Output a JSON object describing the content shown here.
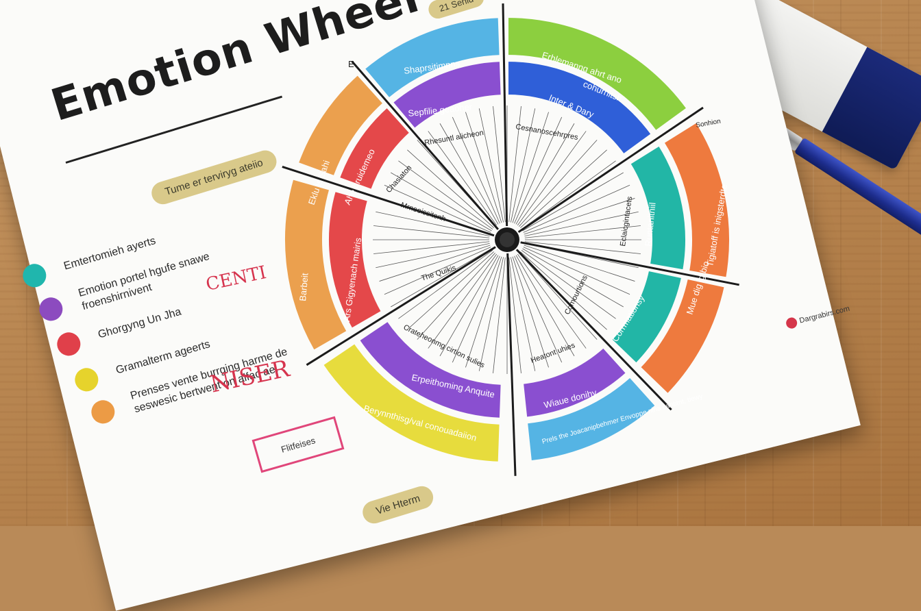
{
  "scene": {
    "paper_title": "Emotion Wheel",
    "corner_tag": "21 Senid",
    "top_pill": "Tume er terviryg ateiio",
    "bottom_pill": "Vie Hterm",
    "brand_text": "Dargrabirs.com"
  },
  "legend": [
    {
      "color": "#20b6ad",
      "text": "Emtertomieh ayerts"
    },
    {
      "color": "#8c4bbf",
      "text": "Emotion portel hgufe snawe froenshirnivent"
    },
    {
      "color": "#e0404a",
      "text": "Ghorgyng Un Jha"
    },
    {
      "color": "#e6d32c",
      "text": "Gramalterm ageerts"
    },
    {
      "color": "#ec9b45",
      "text": "Prenses vente burrging harme de seswesic bertwent on alfac ae."
    }
  ],
  "handwriting": {
    "note_1": "CENTI",
    "note_2": "NISER",
    "boxed_note": "Flitfeises"
  },
  "wheel_labels": {
    "outer_blue": "Shaprsitimnns",
    "outer_green_1": "Erhlemanng ahrt ano",
    "outer_green_2": "cohurhitsh",
    "inner_purple_top": "Sepfilie geaoher",
    "inner_blue_top": "Inter & Dary",
    "outer_orange_left": "Eklu is Sahi",
    "inner_red_left": "Ahe bruidemeo",
    "outer_orange_left2": "Barbeit",
    "inner_red_left2": "Ars Gigyenach mairis",
    "right_teal": "Runtanitniil",
    "right_orange": "Tigiatoff is inigsterdte",
    "right_orange_2": "Mue dig ig bio",
    "right_teal_2": "Corrmationsy",
    "bottom_purple": "Erpeithoming Anquite",
    "bottom_yellow": "Berynnthisg/val conouadaiion",
    "bottom_purple_right": "Wiaue donihy",
    "bottom_blue_right": "Prels the Joacanipbehmer Envoppe nina cantitnt, tiewy",
    "inner_top_left": "Rhesuntl alicheon",
    "inner_top_right": "Cesnanoscehrpres",
    "inner_left": "Chasiaton",
    "inner_left_2": "Mrnooissitonh",
    "inner_center_text": "The Quikis",
    "inner_bottom_left": "Crateheonmg cirtion sulies",
    "inner_bottom_right": "Heatont uhies",
    "inner_right": "Comourtions",
    "inner_right_2": "Eclaicgintacets",
    "top_left_marker": "E",
    "top_right_marker": "Sonhion"
  },
  "colors": {
    "blue": "#55b4e4",
    "green": "#8ccf3f",
    "purple": "#8a4fd0",
    "royal": "#2f5fd8",
    "orange": "#ee7a3e",
    "amber": "#eba04e",
    "red": "#e4484a",
    "teal": "#22b6a6",
    "yellow": "#e7dc3d"
  }
}
